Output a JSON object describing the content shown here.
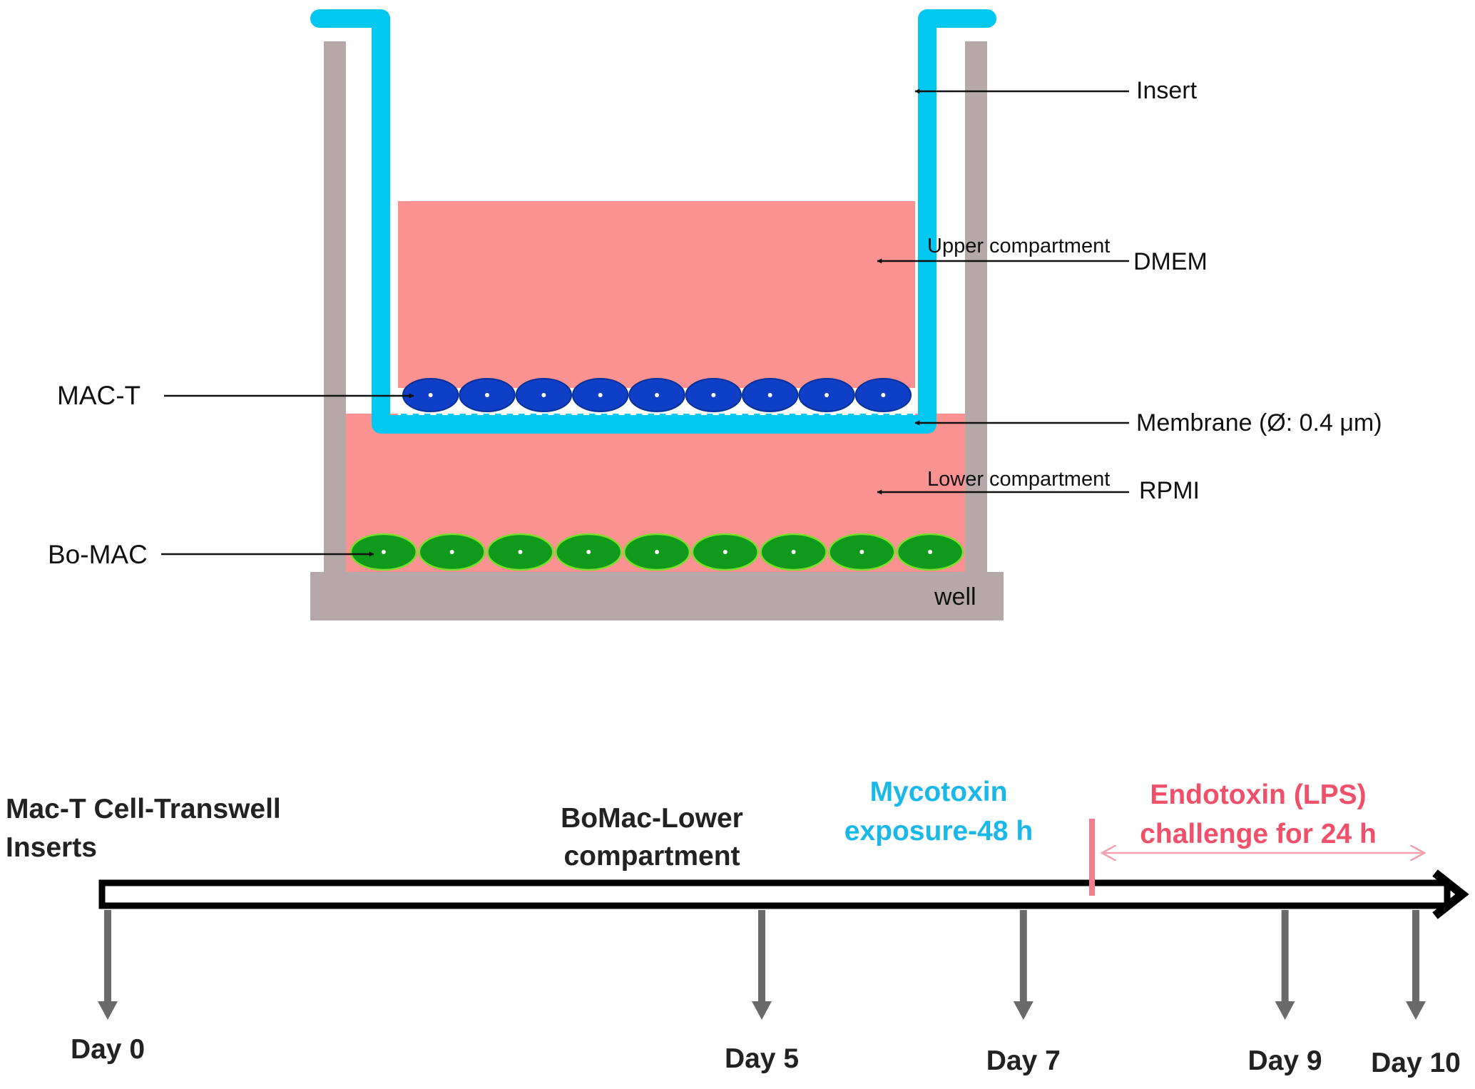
{
  "transwell": {
    "labels": {
      "insert": "Insert",
      "upper_compartment": "Upper compartment",
      "dmem": "DMEM",
      "mac_t": "MAC-T",
      "membrane": "Membrane (Ø: 0.4 μm)",
      "lower_compartment": "Lower compartment",
      "rpmi": "RPMI",
      "bo_mac": "Bo-MAC",
      "well": "well"
    },
    "colors": {
      "insert": "#00c8f0",
      "well": "#b6a8a8",
      "medium": "#fb9292",
      "mac_t_cell": "#0e3fc6",
      "bo_mac_cell": "#109a1c",
      "bo_mac_rim": "#7adf2a",
      "membrane_stripe": "#16c6f0"
    },
    "mac_t_cell_count": 9,
    "bo_mac_cell_count": 9
  },
  "timeline": {
    "events": {
      "mac_t_line1": "Mac-T Cell-Transwell",
      "mac_t_line2": "Inserts",
      "bomac_line1": "BoMac-Lower",
      "bomac_line2": "compartment",
      "myco_line1": "Mycotoxin",
      "myco_line2": "exposure-48 h",
      "endo_line1": "Endotoxin (LPS)",
      "endo_line2": "challenge for 24 h"
    },
    "days": [
      {
        "label": "Day 0",
        "value": 0
      },
      {
        "label": "Day 5",
        "value": 5
      },
      {
        "label": "Day 7",
        "value": 7
      },
      {
        "label": "Day 9",
        "value": 9
      },
      {
        "label": "Day 10",
        "value": 10
      }
    ],
    "colors": {
      "mycotoxin": "#1ab8e8",
      "endotoxin": "#f0506a",
      "endotoxin_arrow": "#f4a0ae",
      "day9_marker": "#f47c8c",
      "tick": "#6a6a6a"
    }
  }
}
